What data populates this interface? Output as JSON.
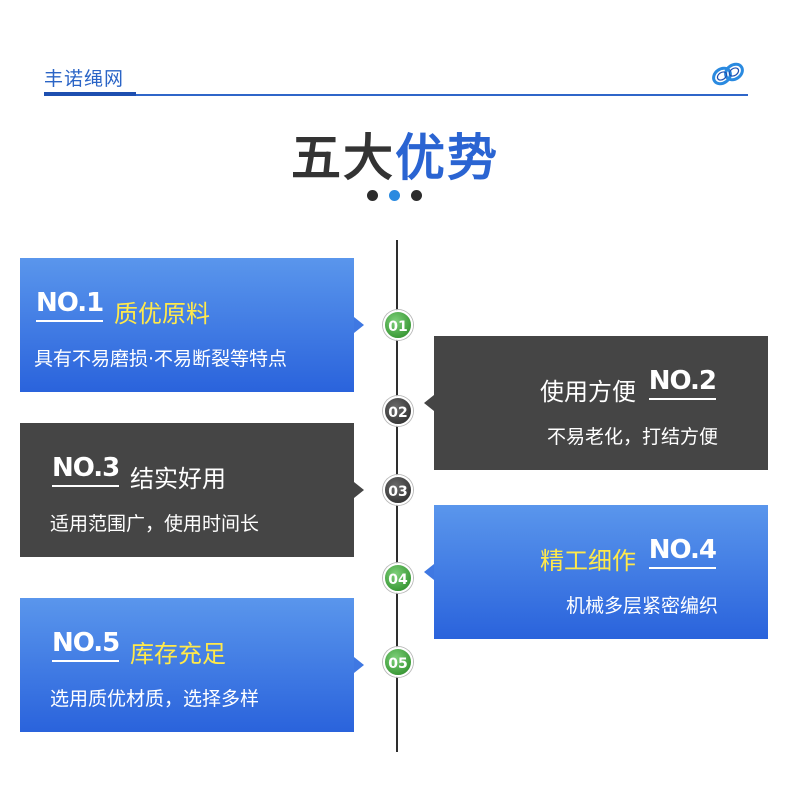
{
  "brand": {
    "name": "丰诺绳网",
    "logo_icon": "chain-link-icon"
  },
  "title": {
    "part1": "五大",
    "part2": "优势"
  },
  "colors": {
    "accent_blue": "#2a64d2",
    "badge_green": "#3e9c3a",
    "card_dark": "#454545",
    "highlight_yellow": "#ffe94a"
  },
  "items": [
    {
      "no": "NO.1",
      "title": "质优原料",
      "desc": "具有不易磨损·不易断裂等特点",
      "badge": "01"
    },
    {
      "no": "NO.2",
      "title": "使用方便",
      "desc": "不易老化，打结方便",
      "badge": "02"
    },
    {
      "no": "NO.3",
      "title": "结实好用",
      "desc": "适用范围广，使用时间长",
      "badge": "03"
    },
    {
      "no": "NO.4",
      "title": "精工细作",
      "desc": "机械多层紧密编织",
      "badge": "04"
    },
    {
      "no": "NO.5",
      "title": "库存充足",
      "desc": "选用质优材质，选择多样",
      "badge": "05"
    }
  ]
}
